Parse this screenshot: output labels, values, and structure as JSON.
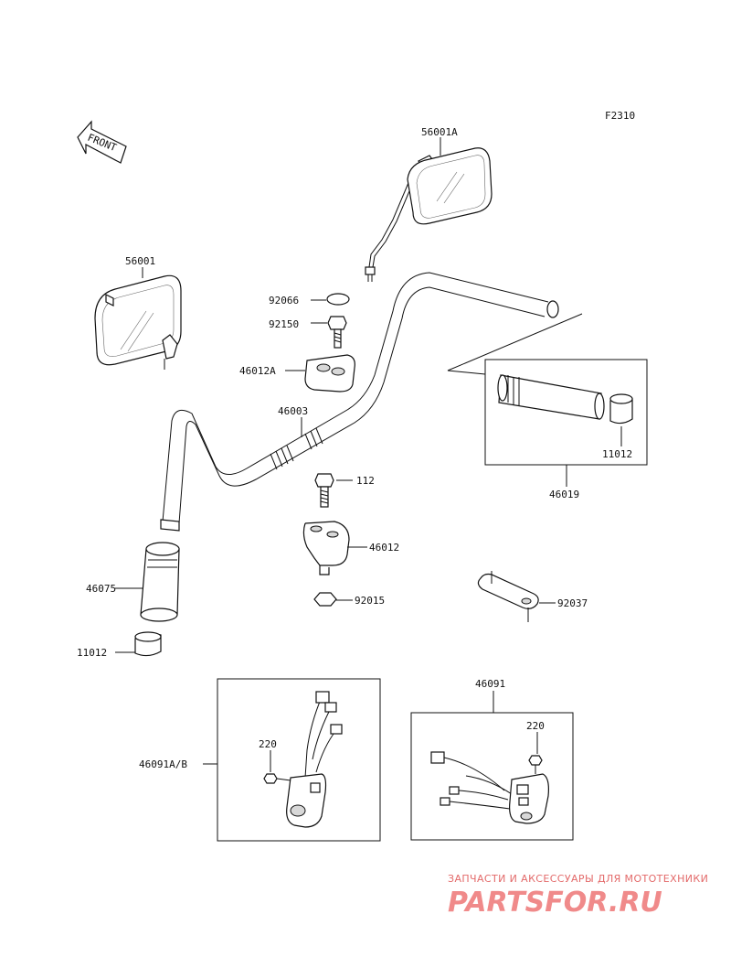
{
  "figure_code": "F2310",
  "front_arrow_label": "FRONT",
  "parts": {
    "p56001A": "56001A",
    "p56001": "56001",
    "p92066": "92066",
    "p92150": "92150",
    "p46012A": "46012A",
    "p46003": "46003",
    "p112": "112",
    "p46012": "46012",
    "p92015": "92015",
    "p46075": "46075",
    "p11012_left": "11012",
    "p11012_right": "11012",
    "p46019": "46019",
    "p92037": "92037",
    "p46091AB": "46091A/B",
    "p220_left": "220",
    "p46091": "46091",
    "p220_right": "220"
  },
  "watermark": {
    "line1": "ЗАПЧАСТИ И АКСЕССУАРЫ ДЛЯ МОТОТЕХНИКИ",
    "line2": "PARTSFOR.RU"
  }
}
